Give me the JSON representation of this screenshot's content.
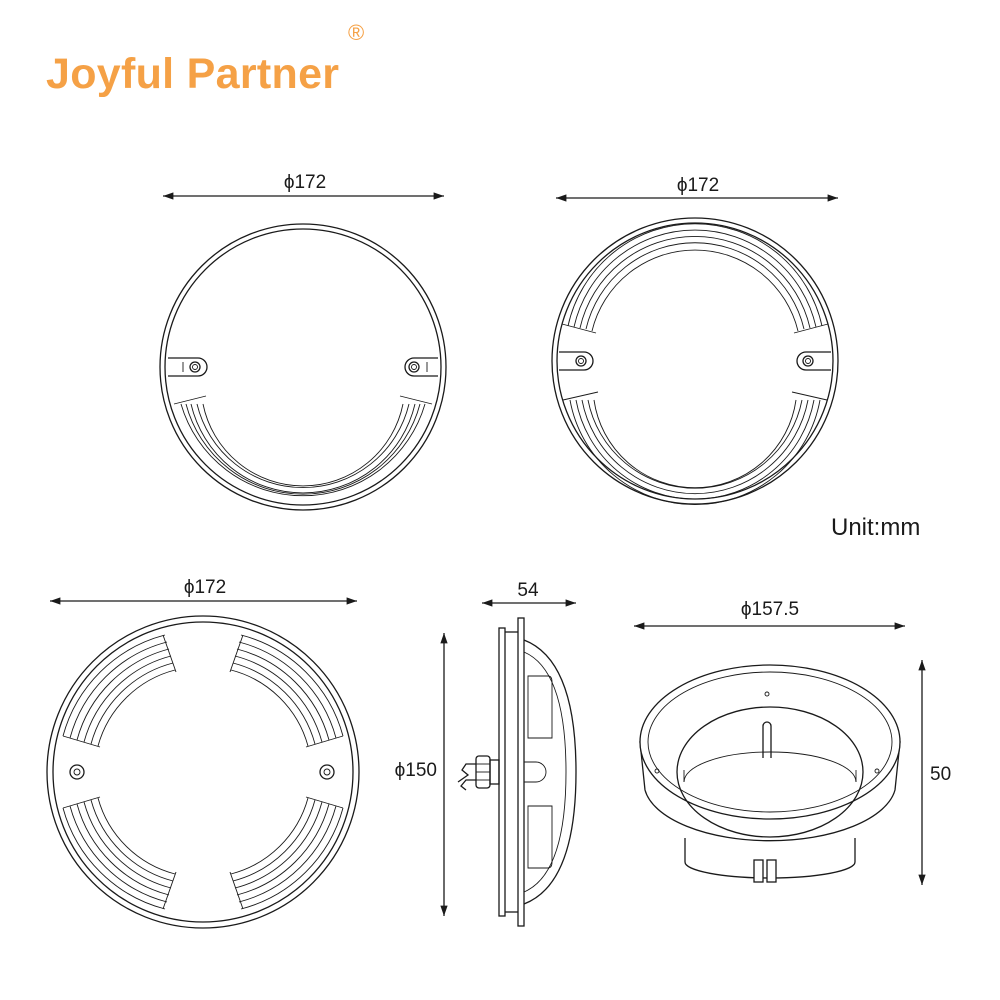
{
  "brand": {
    "name": "Joyful Partner",
    "registered_mark": "®",
    "color": "#f5a146"
  },
  "unit_label": "Unit:mm",
  "dimensions": {
    "top_left_diameter": "ϕ172",
    "top_right_diameter": "ϕ172",
    "bottom_left_diameter": "ϕ172",
    "side_depth": "54",
    "side_height": "ϕ150",
    "sleeve_diameter": "ϕ157.5",
    "sleeve_height": "50"
  }
}
